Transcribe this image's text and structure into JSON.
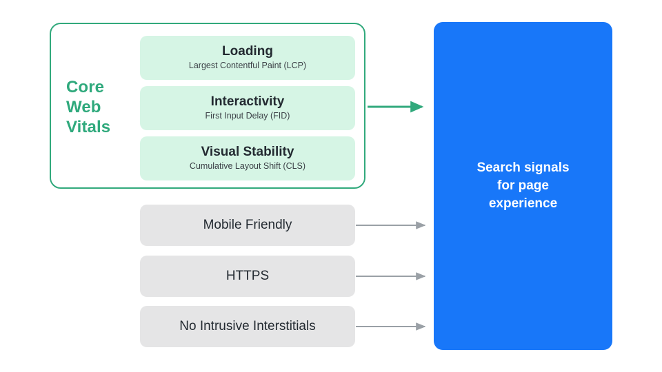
{
  "diagram": {
    "title_region": {
      "group_label": "Core\nWeb\nVitals"
    },
    "core_web_vitals": {
      "label": "Core Web Vitals",
      "label_lines": [
        "Core",
        "Web",
        "Vitals"
      ],
      "border_color": "#31A97C",
      "label_color": "#2FA97C",
      "card_fill": "#D6F5E5",
      "metrics": [
        {
          "title": "Loading",
          "subtitle": "Largest Contentful Paint (LCP)"
        },
        {
          "title": "Interactivity",
          "subtitle": "First Input Delay (FID)"
        },
        {
          "title": "Visual Stability",
          "subtitle": "Cumulative Layout Shift (CLS)"
        }
      ]
    },
    "other_signals": {
      "fill": "#E5E5E6",
      "items": [
        {
          "label": "Mobile Friendly"
        },
        {
          "label": "HTTPS"
        },
        {
          "label": "No Intrusive Interstitials"
        }
      ]
    },
    "destination": {
      "text": "Search signals\nfor page\nexperience",
      "text_lines": [
        "Search signals",
        "for page",
        "experience"
      ],
      "fill": "#1877F9",
      "text_color": "#FFFFFF"
    },
    "connectors": [
      {
        "name": "core-web-vitals-arrow",
        "color": "#31A97C",
        "from": "core-web-vitals-group",
        "to": "search-signals-panel"
      },
      {
        "name": "mobile-friendly-arrow",
        "color": "#9AA0A6",
        "from": "Mobile Friendly",
        "to": "search-signals-panel"
      },
      {
        "name": "https-arrow",
        "color": "#9AA0A6",
        "from": "HTTPS",
        "to": "search-signals-panel"
      },
      {
        "name": "no-intrusive-interstitials-arrow",
        "color": "#9AA0A6",
        "from": "No Intrusive Interstitials",
        "to": "search-signals-panel"
      }
    ],
    "background_color": "#FFFFFF"
  }
}
